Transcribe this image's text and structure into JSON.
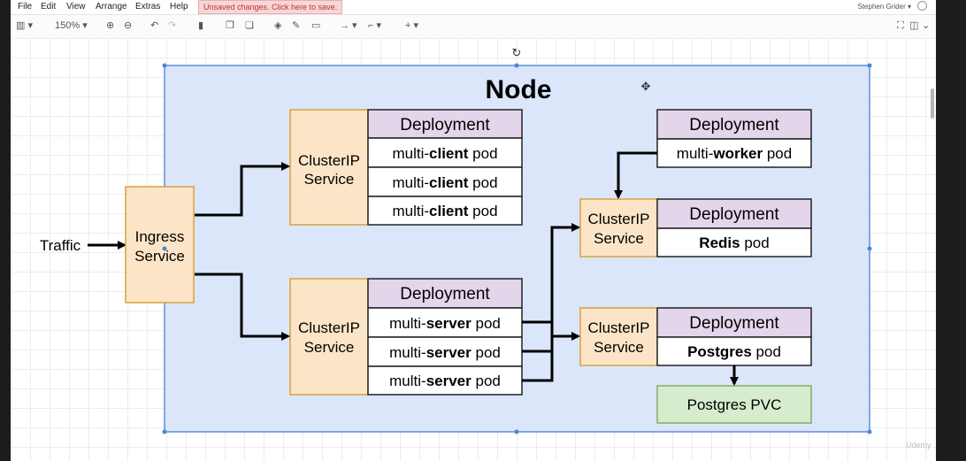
{
  "menubar": {
    "items": [
      "File",
      "Edit",
      "View",
      "Arrange",
      "Extras",
      "Help"
    ],
    "unsaved": "Unsaved changes. Click here to save.",
    "user": "Stephen Grider"
  },
  "toolbar": {
    "zoom": "150%"
  },
  "diagram": {
    "title": "Node",
    "traffic": "Traffic",
    "ingress": [
      "Ingress",
      "Service"
    ],
    "clusterip": [
      "ClusterIP",
      "Service"
    ],
    "deployment": "Deployment",
    "client_pods": [
      {
        "prefix": "multi-",
        "bold": "client",
        "suffix": " pod"
      },
      {
        "prefix": "multi-",
        "bold": "client",
        "suffix": " pod"
      },
      {
        "prefix": "multi-",
        "bold": "client",
        "suffix": " pod"
      }
    ],
    "server_pods": [
      {
        "prefix": "multi-",
        "bold": "server",
        "suffix": " pod"
      },
      {
        "prefix": "multi-",
        "bold": "server",
        "suffix": " pod"
      },
      {
        "prefix": "multi-",
        "bold": "server",
        "suffix": " pod"
      }
    ],
    "worker_pod": {
      "prefix": "multi-",
      "bold": "worker",
      "suffix": " pod"
    },
    "redis_pod": {
      "prefix": "",
      "bold": "Redis",
      "suffix": " pod"
    },
    "postgres_pod": {
      "prefix": "",
      "bold": "Postgres",
      "suffix": " pod"
    },
    "pvc": "Postgres PVC"
  },
  "colors": {
    "node_fill": "#dbe6fb",
    "node_stroke": "#5f8ed6",
    "service_fill": "#fce5c7",
    "service_stroke": "#d8a23c",
    "deploy_fill": "#e3d6eb",
    "pvc_fill": "#d7eccd",
    "pvc_stroke": "#7fae67"
  }
}
